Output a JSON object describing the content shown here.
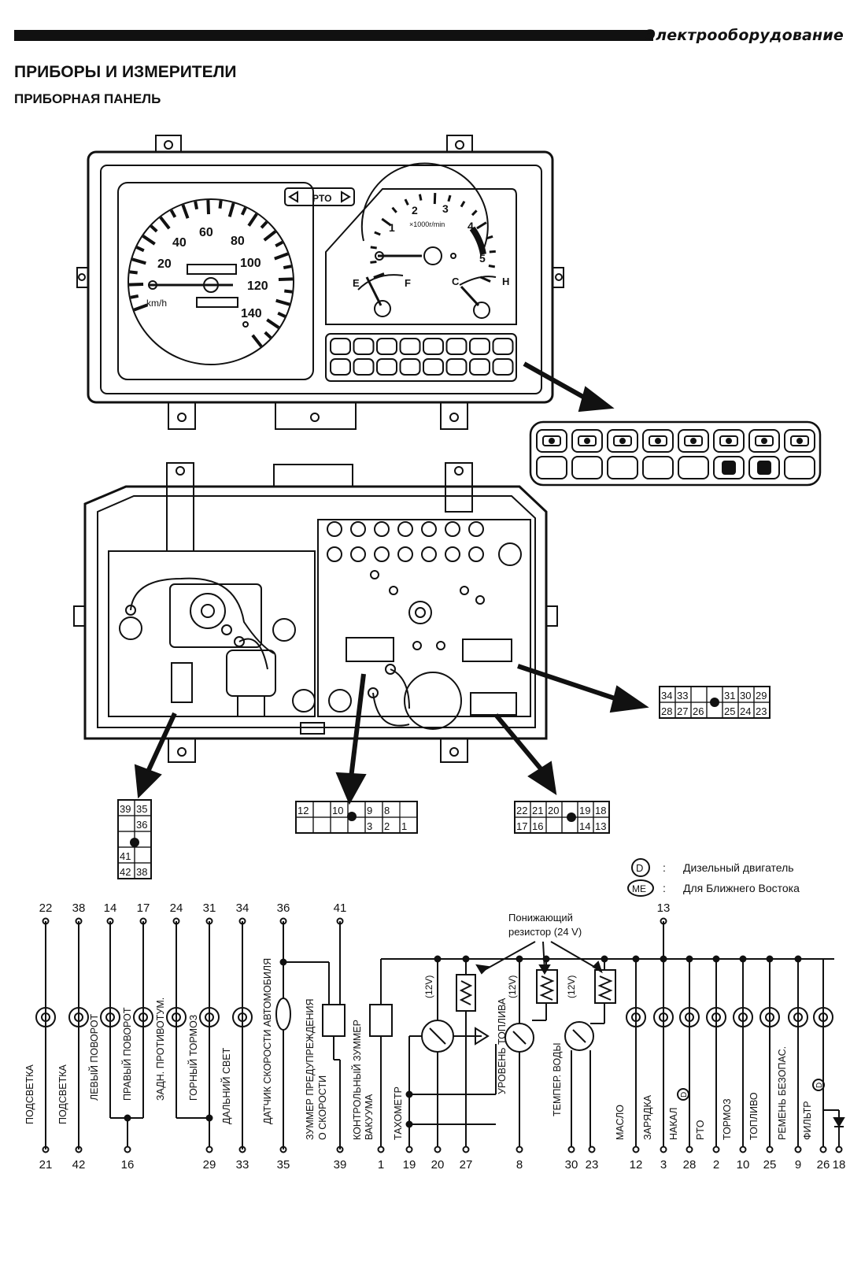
{
  "header": {
    "section": "Электрооборудование",
    "title": "ПРИБОРЫ И ИЗМЕРИТЕЛИ",
    "subtitle": "ПРИБОРНАЯ ПАНЕЛЬ"
  },
  "cluster": {
    "pto": "PTO",
    "speed_ticks": [
      "20",
      "40",
      "60",
      "80",
      "100",
      "120",
      "140"
    ],
    "speed_unit": "km/h",
    "rpm_ticks": [
      "1",
      "2",
      "3",
      "4",
      "5"
    ],
    "rpm_unit": "×1000r/min",
    "fuel": {
      "empty": "E",
      "full": "F"
    },
    "temp": {
      "cold": "C",
      "hot": "H"
    }
  },
  "connectors": {
    "right_upper": {
      "row1": [
        "34",
        "33",
        "",
        "31",
        "30",
        "29"
      ],
      "row2": [
        "28",
        "27",
        "26",
        "25",
        "24",
        "23"
      ]
    },
    "left": {
      "cells": [
        "39",
        "35",
        "36",
        "41",
        "42",
        "38"
      ]
    },
    "middle": {
      "row1": [
        "12",
        "10",
        "9",
        "8"
      ],
      "row2": [
        "3",
        "2",
        "1"
      ]
    },
    "right_lower": {
      "row1": [
        "22",
        "21",
        "20",
        "19",
        "18"
      ],
      "row2": [
        "17",
        "16",
        "14",
        "13"
      ]
    }
  },
  "legend": {
    "d_symbol": "D",
    "d_text": "Дизельный двигатель",
    "me_symbol": "ME",
    "me_text": "Для Ближнего Востока"
  },
  "schematic": {
    "resistor_label": [
      "Понижающий",
      "резистор (24 V)"
    ],
    "v12": "(12V)",
    "top_terminals": [
      "22",
      "38",
      "14",
      "17",
      "24",
      "31",
      "34",
      "36",
      "41",
      "13"
    ],
    "bottom_terminals": [
      "21",
      "42",
      "16",
      "29",
      "33",
      "35",
      "39",
      "1",
      "19",
      "20",
      "27",
      "8",
      "30",
      "23",
      "12",
      "3",
      "28",
      "2",
      "10",
      "25",
      "9",
      "26",
      "18"
    ],
    "labels": {
      "l1": "ПОДСВЕТКА",
      "l2": "ПОДСВЕТКА",
      "l3": "ЛЕВЫЙ ПОВОРОТ",
      "l4": "ПРАВЫЙ ПОВОРОТ",
      "l5": "ЗАДН. ПРОТИВОТУМ.",
      "l6": "ГОРНЫЙ ТОРМОЗ",
      "l7": "ДАЛЬНИЙ СВЕТ",
      "l8": "ДАТЧИК СКОРОСТИ АВТОМОБИЛЯ",
      "l9a": "ЗУММЕР ПРЕДУПРЕЖДЕНИЯ",
      "l9b": "О СКОРОСТИ",
      "l10a": "КОНТРОЛЬНЫЙ ЗУММЕР",
      "l10b": "ВАКУУМА",
      "l11": "ТАХОМЕТР",
      "l12": "УРОВЕНЬ ТОПЛИВА",
      "l13": "ТЕМПЕР. ВОДЫ",
      "l14": "МАСЛО",
      "l15": "ЗАРЯДКА",
      "l16": "НАКАЛ",
      "l17": "PTO",
      "l18": "ТОРМОЗ",
      "l19": "ТОПЛИВО",
      "l20": "РЕМЕНЬ БЕЗОПАС.",
      "l21": "ФИЛЬТР"
    }
  }
}
